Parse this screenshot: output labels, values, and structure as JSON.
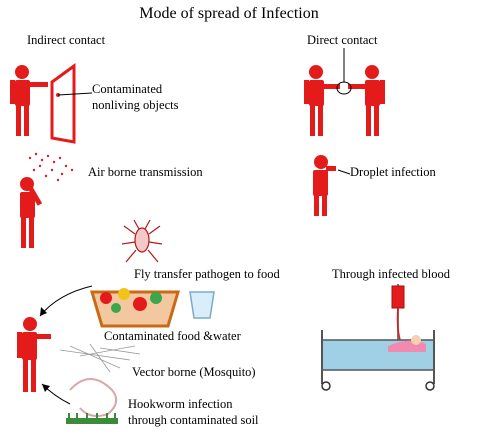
{
  "title": "Mode of spread of Infection",
  "labels": {
    "indirect_contact": "Indirect contact",
    "direct_contact": "Direct contact",
    "contaminated_line1": "Contaminated",
    "contaminated_line2": "nonliving objects",
    "air_borne": "Air borne transmission",
    "droplet": "Droplet infection",
    "fly_transfer": "Fly transfer pathogen to food",
    "infected_blood": "Through infected blood",
    "contaminated_food": "Contaminated food &water",
    "vector_borne": "Vector borne (Mosquito)",
    "hookworm_line1": "Hookworm infection",
    "hookworm_line2": "through  contaminated soil"
  },
  "colors": {
    "figure_red": "#e31b1b",
    "line_black": "#000000",
    "bed_blue": "#9fd0e6",
    "blanket_pink": "#f28ab0",
    "soil_green": "#3a8c3a"
  },
  "icons": [
    "person-figure-icon",
    "door-icon",
    "spray-droplets-icon",
    "cough-icon",
    "fly-insect-icon",
    "food-basket-icon",
    "water-glass-icon",
    "mosquito-icon",
    "hookworm-icon",
    "soil-icon",
    "hospital-bed-icon",
    "iv-drip-icon"
  ]
}
